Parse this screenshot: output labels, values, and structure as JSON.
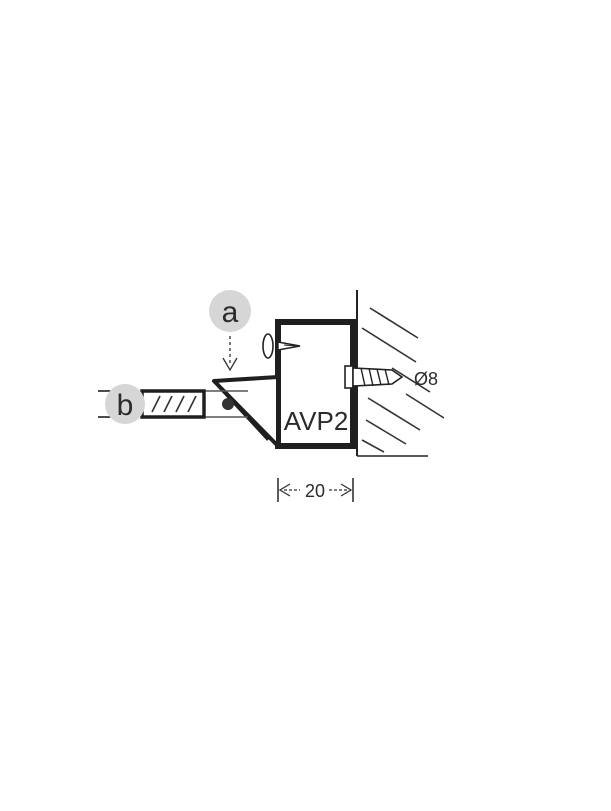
{
  "diagram": {
    "callout_a": "a",
    "callout_b": "b",
    "bracket_label": "AVP2",
    "hole_label": "Ø8",
    "width_dimension": "20"
  },
  "colors": {
    "ink": "#222222",
    "callout_fill": "#d6d6d6",
    "background": "#ffffff"
  }
}
